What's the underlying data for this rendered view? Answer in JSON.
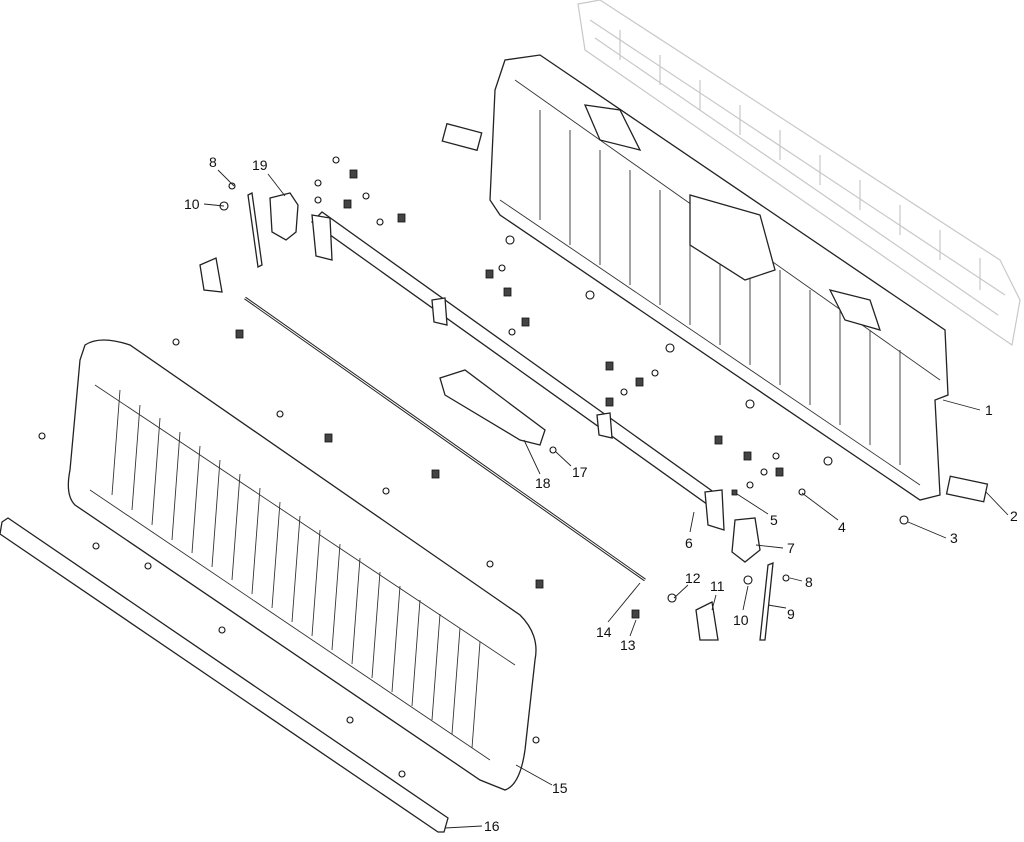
{
  "title": "Tailgate exploded parts diagram",
  "callouts": {
    "c1": "1",
    "c2": "2",
    "c3": "3",
    "c4": "4",
    "c5": "5",
    "c6": "6",
    "c7": "7",
    "c8a": "8",
    "c8b": "8",
    "c9": "9",
    "c10a": "10",
    "c10b": "10",
    "c11": "11",
    "c12": "12",
    "c13": "13",
    "c14": "14",
    "c15": "15",
    "c16": "16",
    "c17": "17",
    "c18": "18",
    "c19": "19"
  }
}
